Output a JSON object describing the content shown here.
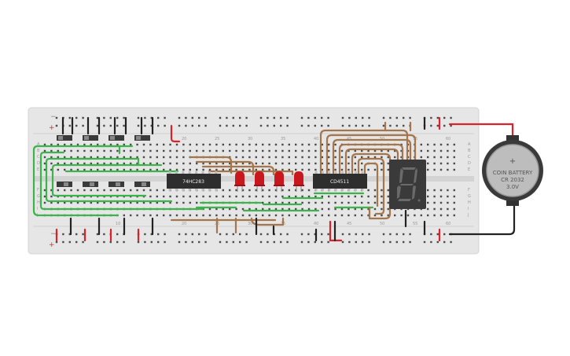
{
  "breadboard": {
    "column_numbers_top": [
      "20",
      "25",
      "30",
      "35",
      "40",
      "45",
      "50",
      "55",
      "60"
    ],
    "column_numbers_bottom": [
      "10",
      "20",
      "25",
      "30",
      "35",
      "40",
      "45",
      "50",
      "55",
      "60"
    ],
    "row_letters_top": [
      "A",
      "B",
      "C",
      "D",
      "E"
    ],
    "row_letters_bottom": [
      "F",
      "G",
      "H",
      "I",
      "J"
    ],
    "rail_symbols": {
      "minus": "−",
      "plus": "+"
    }
  },
  "chips": {
    "adder": {
      "label": "74HC283"
    },
    "decoder": {
      "label": "CD4511"
    }
  },
  "battery": {
    "polarity": "+",
    "line1": "COIN BATTERY",
    "line2": "CR 2032",
    "line3": "3.0V"
  },
  "seven_segment": {
    "digit": "8"
  },
  "colors": {
    "board": "#e8e8e8",
    "wire_red": "#d8232a",
    "wire_black": "#222222",
    "wire_green": "#3cb44b",
    "wire_brown": "#a5754b",
    "led_red": "#c8181e"
  }
}
